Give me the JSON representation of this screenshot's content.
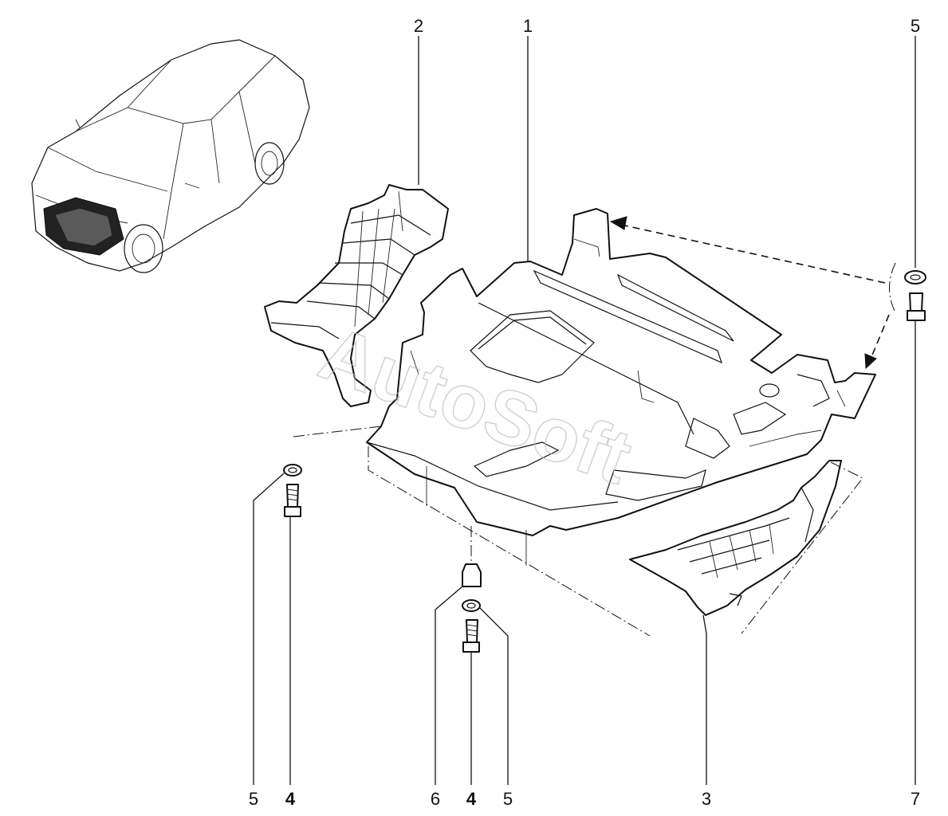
{
  "callouts": {
    "top": [
      "2",
      "1",
      "5"
    ],
    "bottom": [
      "5",
      "4",
      "6",
      "4",
      "5",
      "3",
      "7"
    ]
  },
  "watermark": "AutoSoft",
  "colors": {
    "ink": "#111111",
    "paper": "#ffffff",
    "watermark": "#bdbdbd"
  }
}
